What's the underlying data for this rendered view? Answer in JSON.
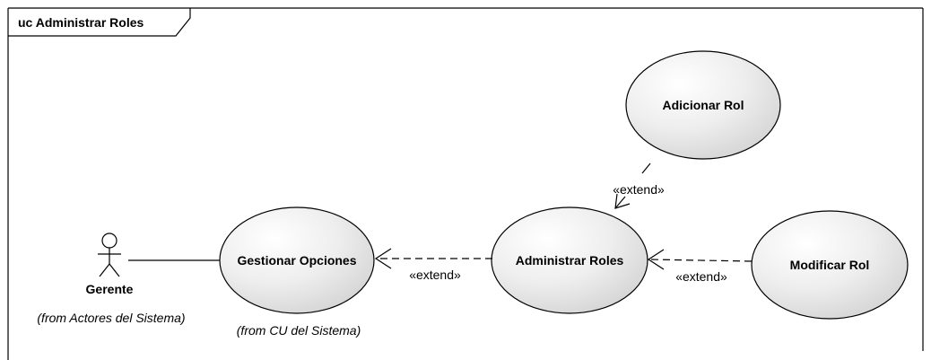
{
  "frame": {
    "title": "uc Administrar Roles"
  },
  "actor": {
    "name": "Gerente",
    "origin": "(from Actores del Sistema)"
  },
  "use_cases": {
    "gestionar": {
      "label": "Gestionar Opciones",
      "origin": "(from CU del Sistema)"
    },
    "administrar": {
      "label": "Administrar Roles"
    },
    "adicionar": {
      "label": "Adicionar Rol"
    },
    "modificar": {
      "label": "Modificar Rol"
    }
  },
  "relations": {
    "extend_adicionar": "«extend»",
    "extend_administrar": "«extend»",
    "extend_modificar": "«extend»"
  },
  "colors": {
    "usecase_fill_light": "#ffffff",
    "usecase_fill_dark": "#d6d6d6",
    "line": "#000000"
  }
}
